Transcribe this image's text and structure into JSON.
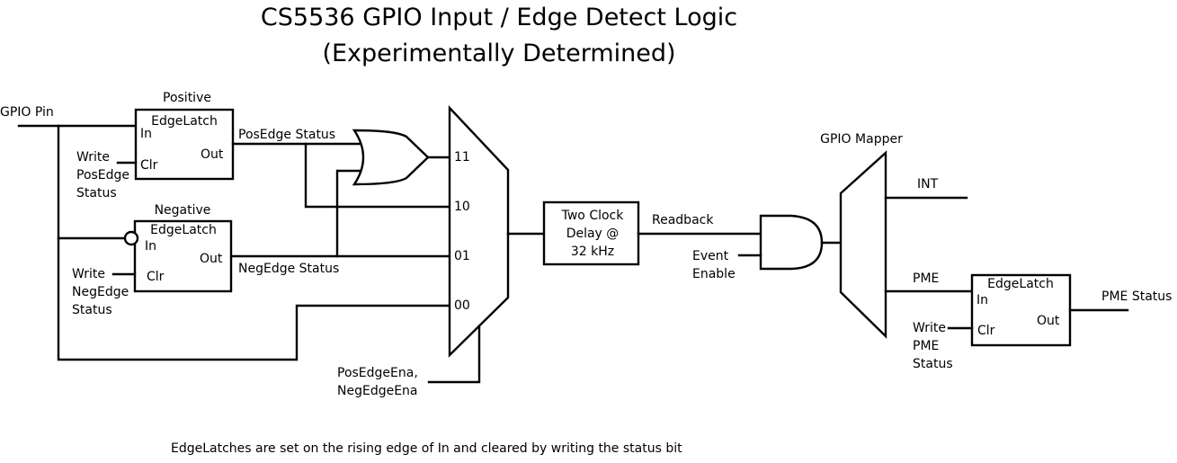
{
  "title": {
    "line1": "CS5536 GPIO  Input / Edge Detect Logic",
    "line2": "(Experimentally Determined)"
  },
  "inputs": {
    "gpio_pin": "GPIO Pin"
  },
  "positive_latch": {
    "caption": "Positive",
    "name": "EdgeLatch",
    "in": "In",
    "clr": "Clr",
    "out": "Out",
    "clr_signal": [
      "Write",
      "PosEdge",
      "Status"
    ],
    "out_signal": "PosEdge Status"
  },
  "negative_latch": {
    "caption": "Negative",
    "name": "EdgeLatch",
    "in": "In",
    "clr": "Clr",
    "out": "Out",
    "clr_signal": [
      "Write",
      "NegEdge",
      "Status"
    ],
    "out_signal": "NegEdge Status"
  },
  "mux": {
    "inputs": [
      "11",
      "10",
      "01",
      "00"
    ],
    "select_signal": [
      "PosEdgeEna,",
      "NegEdgeEna"
    ]
  },
  "delay": {
    "lines": [
      "Two Clock",
      "Delay @",
      "32 kHz"
    ],
    "out_signal": "Readback"
  },
  "and_gate": {
    "enable_signal": [
      "Event",
      "Enable"
    ]
  },
  "mapper": {
    "caption": "GPIO Mapper",
    "outputs": [
      "INT",
      "PME"
    ]
  },
  "pme_latch": {
    "name": "EdgeLatch",
    "in": "In",
    "clr": "Clr",
    "out": "Out",
    "clr_signal": [
      "Write",
      "PME",
      "Status"
    ],
    "out_signal": "PME Status"
  },
  "footnote": "EdgeLatches are set on the rising edge of In and cleared by writing the status bit"
}
